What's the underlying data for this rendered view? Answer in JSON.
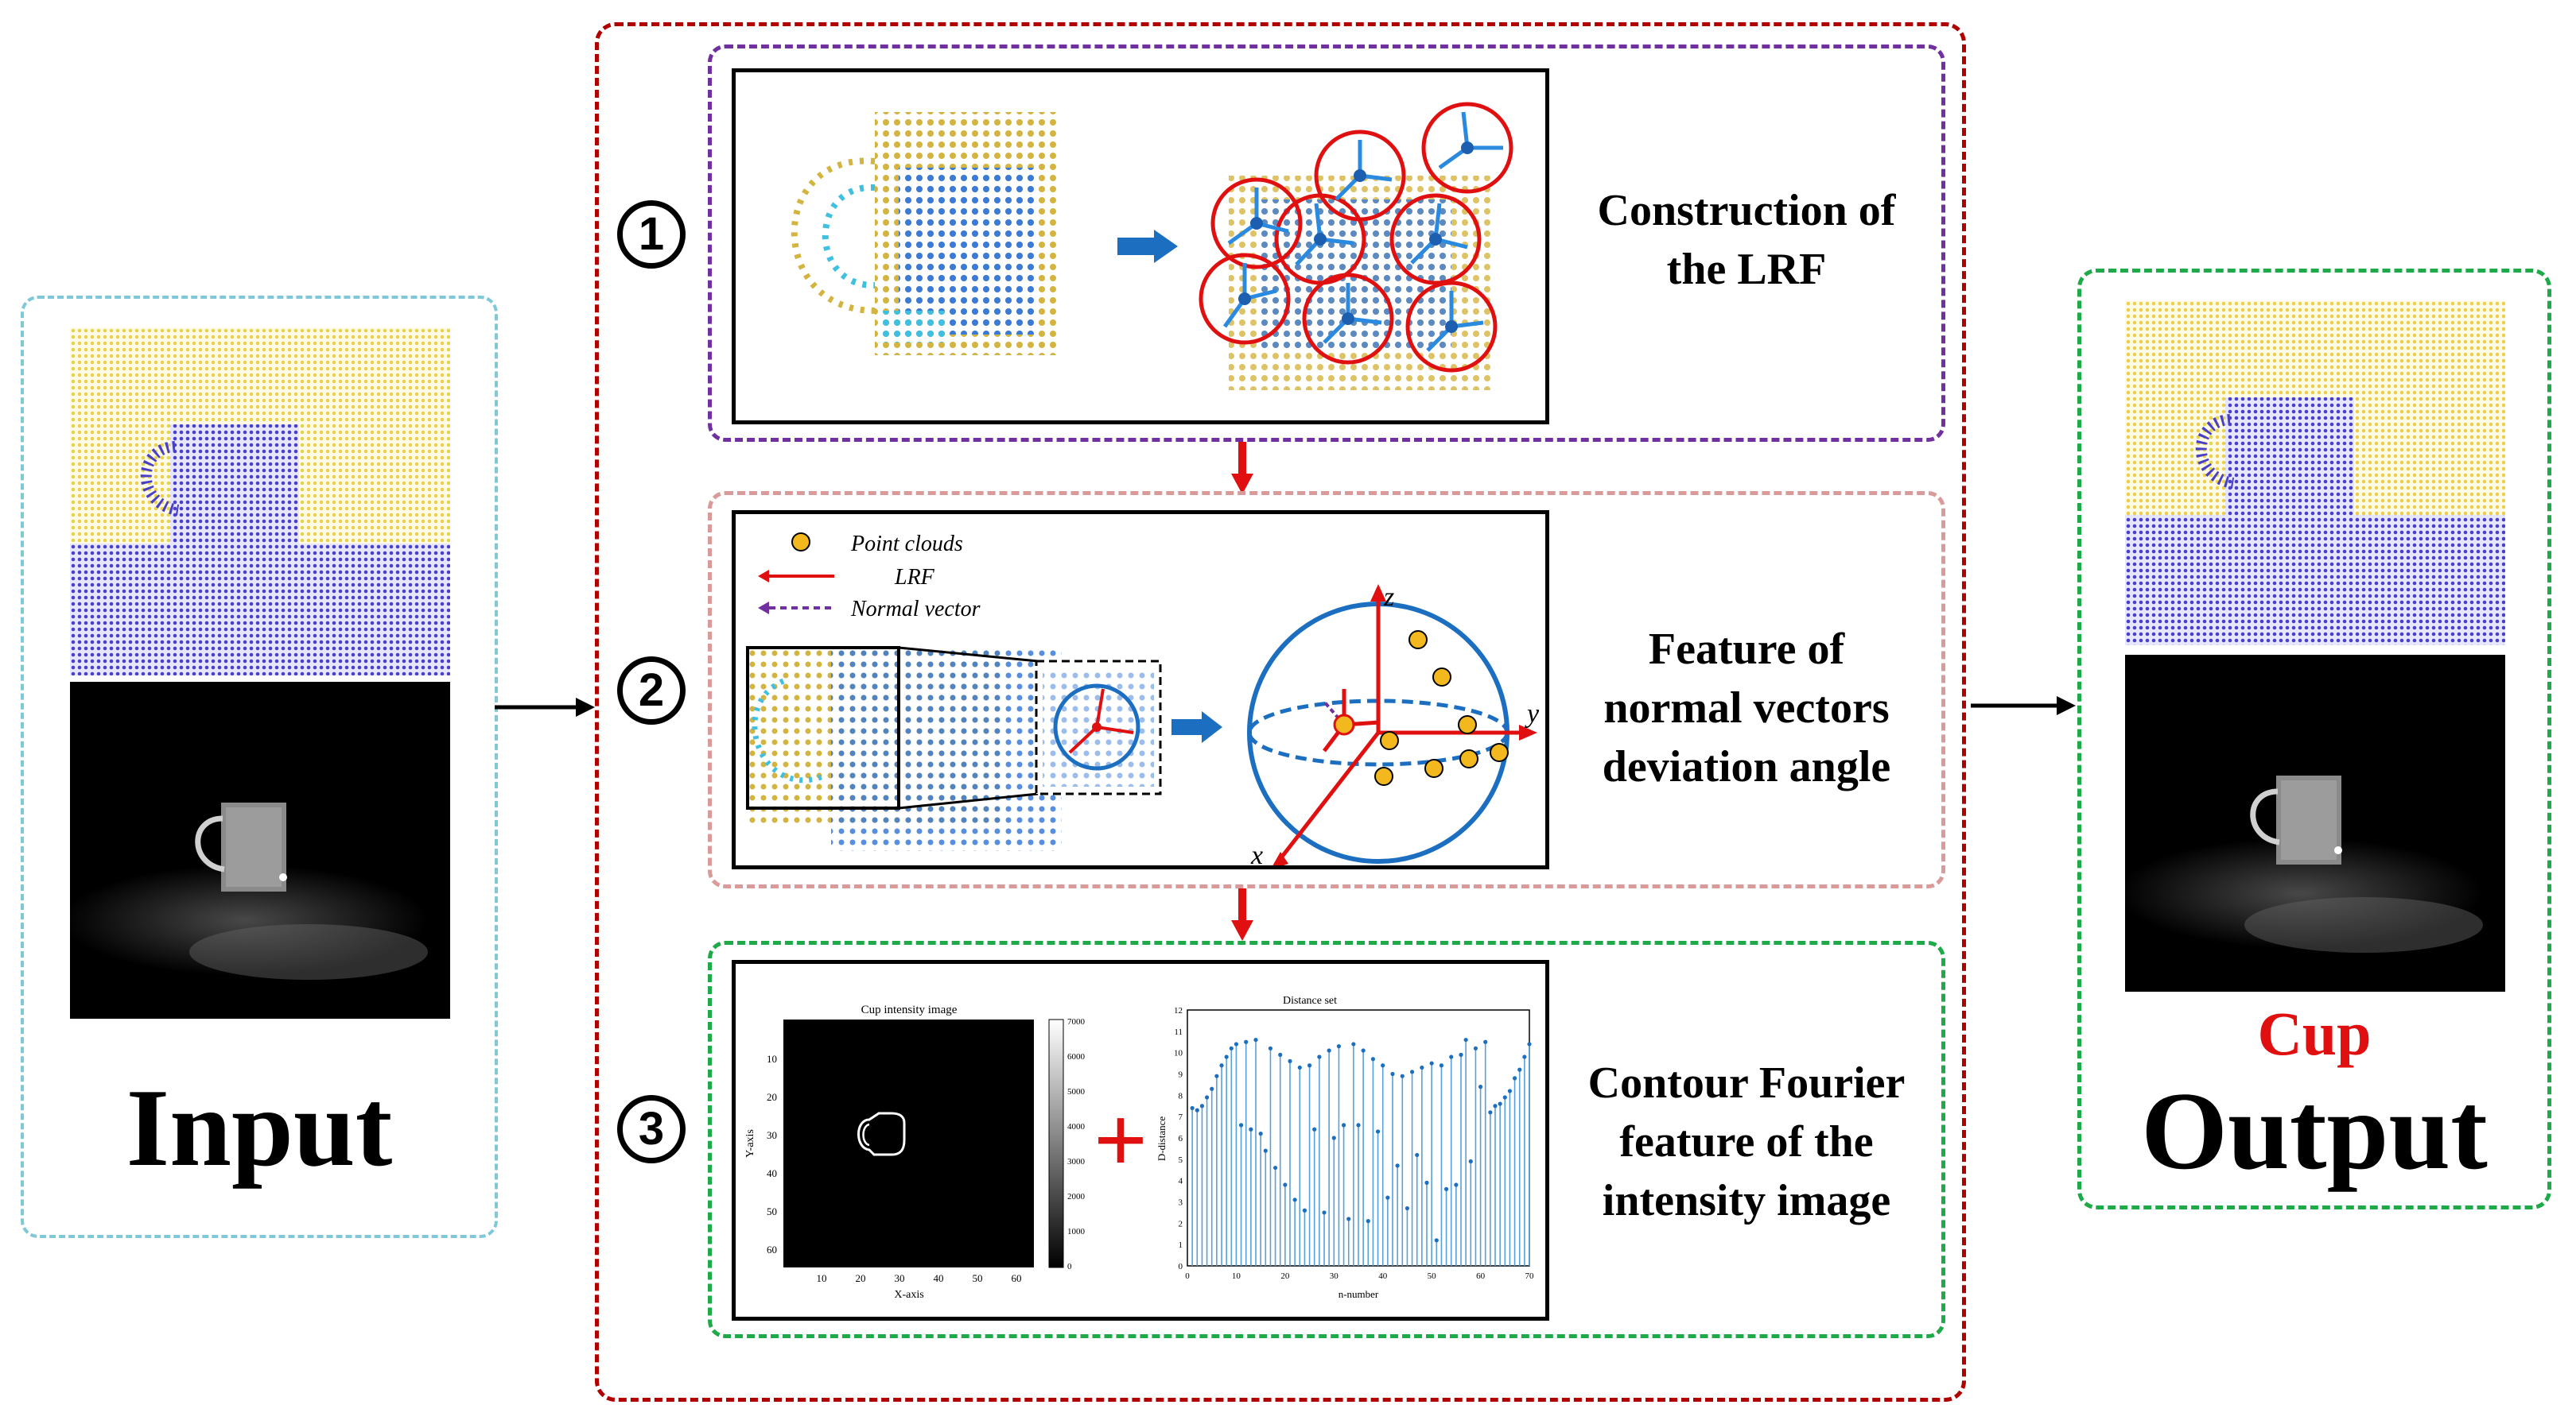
{
  "input": {
    "label": "Input"
  },
  "output": {
    "label": "Output",
    "class_label": "Cup"
  },
  "steps": [
    {
      "number": "1",
      "label_lines": [
        "Construction of",
        "the LRF"
      ]
    },
    {
      "number": "2",
      "label_lines": [
        "Feature of",
        "normal vectors",
        "deviation angle"
      ]
    },
    {
      "number": "3",
      "label_lines": [
        "Contour Fourier",
        "feature of the",
        "intensity image"
      ]
    }
  ],
  "step2_legend": {
    "point_clouds": "Point clouds",
    "lrf": "LRF",
    "normal_vector": "Normal vector"
  },
  "step2_axes": {
    "z": "z",
    "y": "y",
    "x": "x"
  },
  "intensity_plot": {
    "title": "Cup intensity image",
    "xlabel": "X-axis",
    "ylabel": "Y-axis",
    "xticks": [
      "10",
      "20",
      "30",
      "40",
      "50",
      "60"
    ],
    "yticks": [
      "10",
      "20",
      "30",
      "40",
      "50",
      "60"
    ],
    "colorbar_ticks": [
      "7000",
      "6000",
      "5000",
      "4000",
      "3000",
      "2000",
      "1000",
      "0"
    ]
  },
  "plus_symbol": "+",
  "chart_data": {
    "type": "stem",
    "title": "Distance set",
    "xlabel": "n-number",
    "ylabel": "D-distance",
    "xlim": [
      0,
      70
    ],
    "ylim": [
      0,
      12
    ],
    "xticks": [
      "0",
      "10",
      "20",
      "30",
      "40",
      "50",
      "60",
      "70"
    ],
    "yticks": [
      "0",
      "1",
      "2",
      "3",
      "4",
      "5",
      "6",
      "7",
      "8",
      "9",
      "10",
      "11",
      "12"
    ],
    "x": [
      1,
      2,
      3,
      4,
      5,
      6,
      7,
      8,
      9,
      10,
      11,
      12,
      13,
      14,
      15,
      16,
      17,
      18,
      19,
      20,
      21,
      22,
      23,
      24,
      25,
      26,
      27,
      28,
      29,
      30,
      31,
      32,
      33,
      34,
      35,
      36,
      37,
      38,
      39,
      40,
      41,
      42,
      43,
      44,
      45,
      46,
      47,
      48,
      49,
      50,
      51,
      52,
      53,
      54,
      55,
      56,
      57,
      58,
      59,
      60,
      61,
      62,
      63,
      64,
      65,
      66,
      67,
      68,
      69,
      70
    ],
    "values": [
      7.4,
      7.3,
      7.5,
      7.9,
      8.3,
      8.9,
      9.4,
      9.8,
      10.2,
      10.4,
      6.6,
      10.5,
      6.4,
      10.6,
      6.2,
      5.4,
      10.2,
      4.6,
      9.9,
      3.8,
      9.6,
      3.1,
      9.3,
      2.6,
      9.4,
      6.4,
      9.8,
      2.5,
      10.1,
      6.0,
      10.3,
      6.6,
      2.2,
      10.4,
      6.6,
      10.1,
      2.1,
      9.7,
      6.3,
      9.4,
      3.2,
      9.0,
      4.7,
      8.9,
      2.7,
      9.1,
      5.2,
      9.3,
      3.9,
      9.5,
      1.2,
      9.4,
      3.6,
      9.8,
      3.8,
      9.9,
      10.6,
      4.9,
      10.2,
      8.4,
      10.5,
      7.2,
      7.5,
      7.6,
      7.9,
      8.2,
      8.8,
      9.2,
      9.8,
      10.4
    ]
  }
}
